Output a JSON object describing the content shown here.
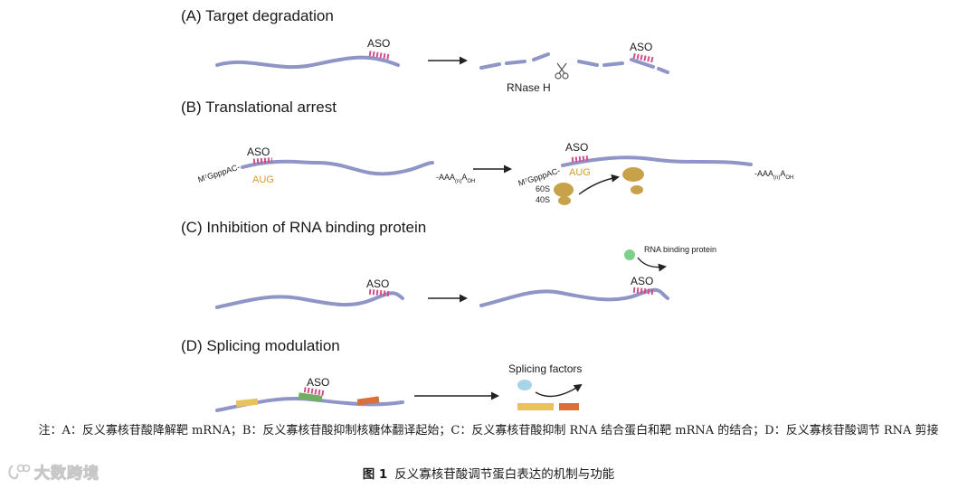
{
  "panels": {
    "a": {
      "title": "(A) Target degradation",
      "aso": "ASO",
      "aso_after": "ASO",
      "enzyme": "RNase H"
    },
    "b": {
      "title": "(B) Translational arrest",
      "aso": "ASO",
      "aso_after": "ASO",
      "cap": "M⁷GpppAC-",
      "aug": "AUG",
      "tail_pre": "-AAA",
      "tail_sub": "(n)",
      "tail_post": "A",
      "tail_oh": "OH",
      "ribo_60s": "60S",
      "ribo_40s": "40S"
    },
    "c": {
      "title": "(C) Inhibition of RNA binding protein",
      "aso": "ASO",
      "aso_after": "ASO",
      "protein": "RNA binding protein"
    },
    "d": {
      "title": "(D) Splicing modulation",
      "aso": "ASO",
      "factors": "Splicing factors"
    }
  },
  "note": "注：A：反义寡核苷酸降解靶 mRNA；B：反义寡核苷酸抑制核糖体翻译起始；C：反义寡核苷酸抑制 RNA 结合蛋白和靶 mRNA 的结合；D：反义寡核苷酸调节 RNA 剪接",
  "caption": {
    "number": "图 1",
    "text": "反义寡核苷酸调节蛋白表达的机制与功能"
  },
  "watermark": {
    "text": "大数跨境"
  },
  "colors": {
    "rna": "#8f95c6",
    "aso": "#d24c8a",
    "aug": "#d79a2b",
    "ribosome": "#c8a24a",
    "rbp": "#7ecf8a",
    "factor": "#a6d4e8",
    "exon1": "#e8c25a",
    "exon2": "#d9703a",
    "exon_aso": "#6fae63"
  }
}
